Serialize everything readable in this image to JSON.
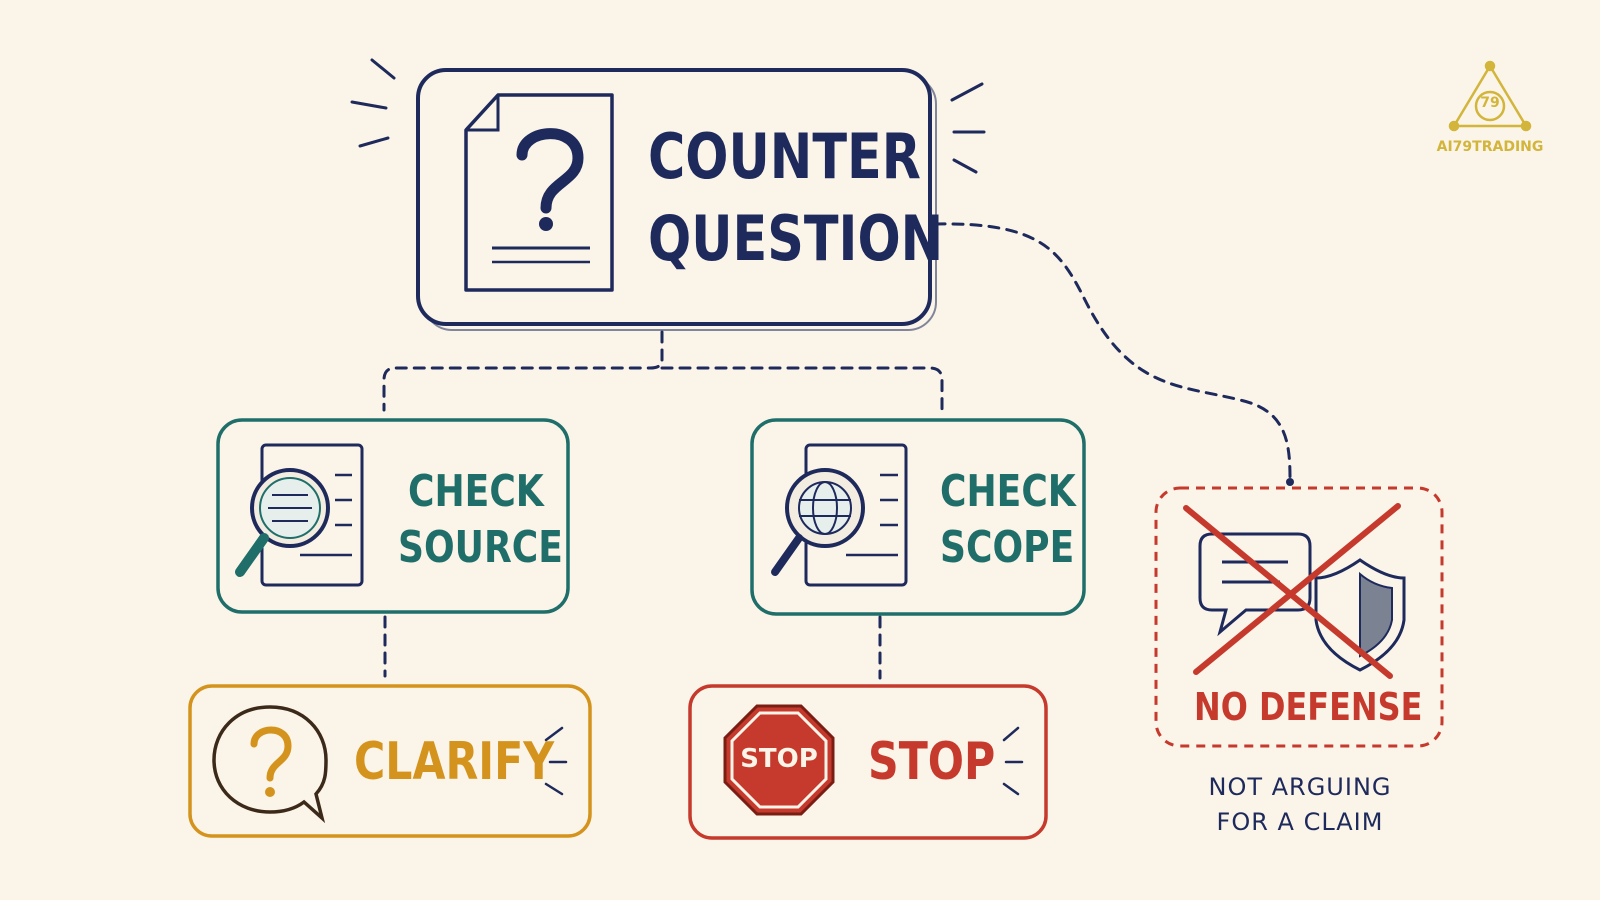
{
  "root": {
    "label_line1": "COUNTER",
    "label_line2": "QUESTION",
    "icon": "question-document-icon"
  },
  "branches": {
    "check_source": {
      "label_line1": "CHECK",
      "label_line2": "SOURCE",
      "icon": "magnifier-document-icon"
    },
    "check_scope": {
      "label_line1": "CHECK",
      "label_line2": "SCOPE",
      "icon": "globe-magnifier-document-icon"
    },
    "no_defense": {
      "label": "NO DEFENSE",
      "caption_line1": "NOT ARGUING",
      "caption_line2": "FOR A CLAIM",
      "icon": "crossed-chat-shield-icon"
    }
  },
  "outcomes": {
    "clarify": {
      "label": "CLARIFY",
      "icon": "question-speech-bubble-icon"
    },
    "stop": {
      "label": "STOP",
      "sign_text": "STOP",
      "icon": "stop-sign-icon"
    }
  },
  "logo": {
    "number": "79",
    "text": "AI79TRADING"
  },
  "colors": {
    "navy": "#1e2a5c",
    "teal": "#1f6e6a",
    "amber": "#d4931c",
    "red": "#c53a2c",
    "gold": "#d2b53a",
    "background": "#fbf4e8"
  }
}
